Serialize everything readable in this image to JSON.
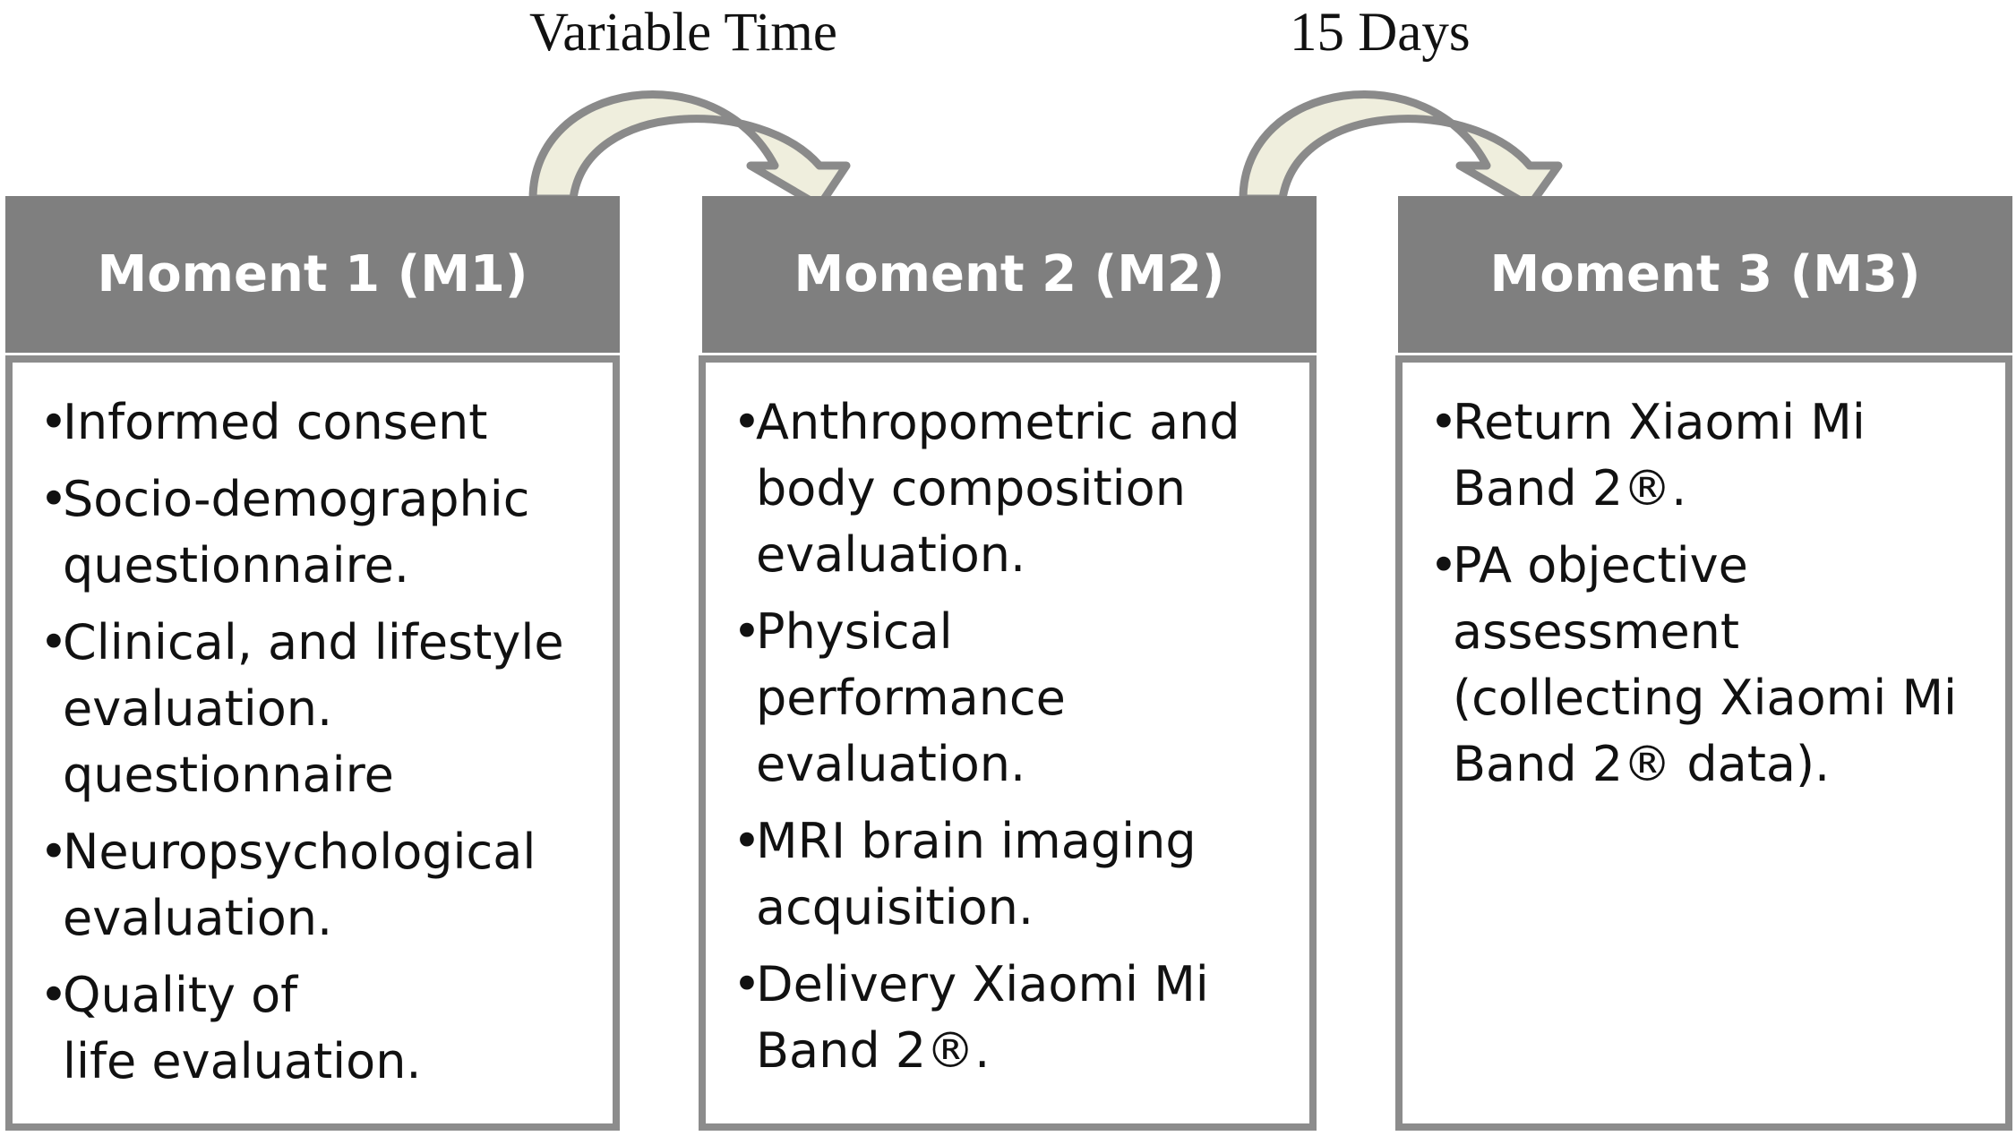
{
  "intervals": [
    {
      "label": "Variable Time"
    },
    {
      "label": "15 Days"
    }
  ],
  "moments": [
    {
      "title": "Moment 1 (M1)",
      "items": [
        "Informed consent",
        "Socio-demographic\nquestionnaire.",
        "Clinical, and lifestyle\nevaluation.\nquestionnaire",
        "Neuropsychological\nevaluation.",
        "Quality of\nlife evaluation."
      ]
    },
    {
      "title": "Moment 2 (M2)",
      "items": [
        "Anthropometric and\nbody composition\nevaluation.",
        "Physical\nperformance\nevaluation.",
        "MRI brain imaging\nacquisition.",
        "Delivery Xiaomi Mi\nBand 2®."
      ]
    },
    {
      "title": "Moment 3 (M3)",
      "items": [
        "Return Xiaomi Mi\nBand 2®.",
        "PA objective\nassessment\n(collecting Xiaomi Mi\nBand 2® data)."
      ]
    }
  ],
  "bullet_glyph": "•",
  "colors": {
    "header_fill": "#7f7f7f",
    "header_text": "#ffffff",
    "body_border": "#8c8c8c",
    "arrow_fill": "#efeedd",
    "arrow_stroke": "#8a8a8a",
    "text": "#111111"
  }
}
